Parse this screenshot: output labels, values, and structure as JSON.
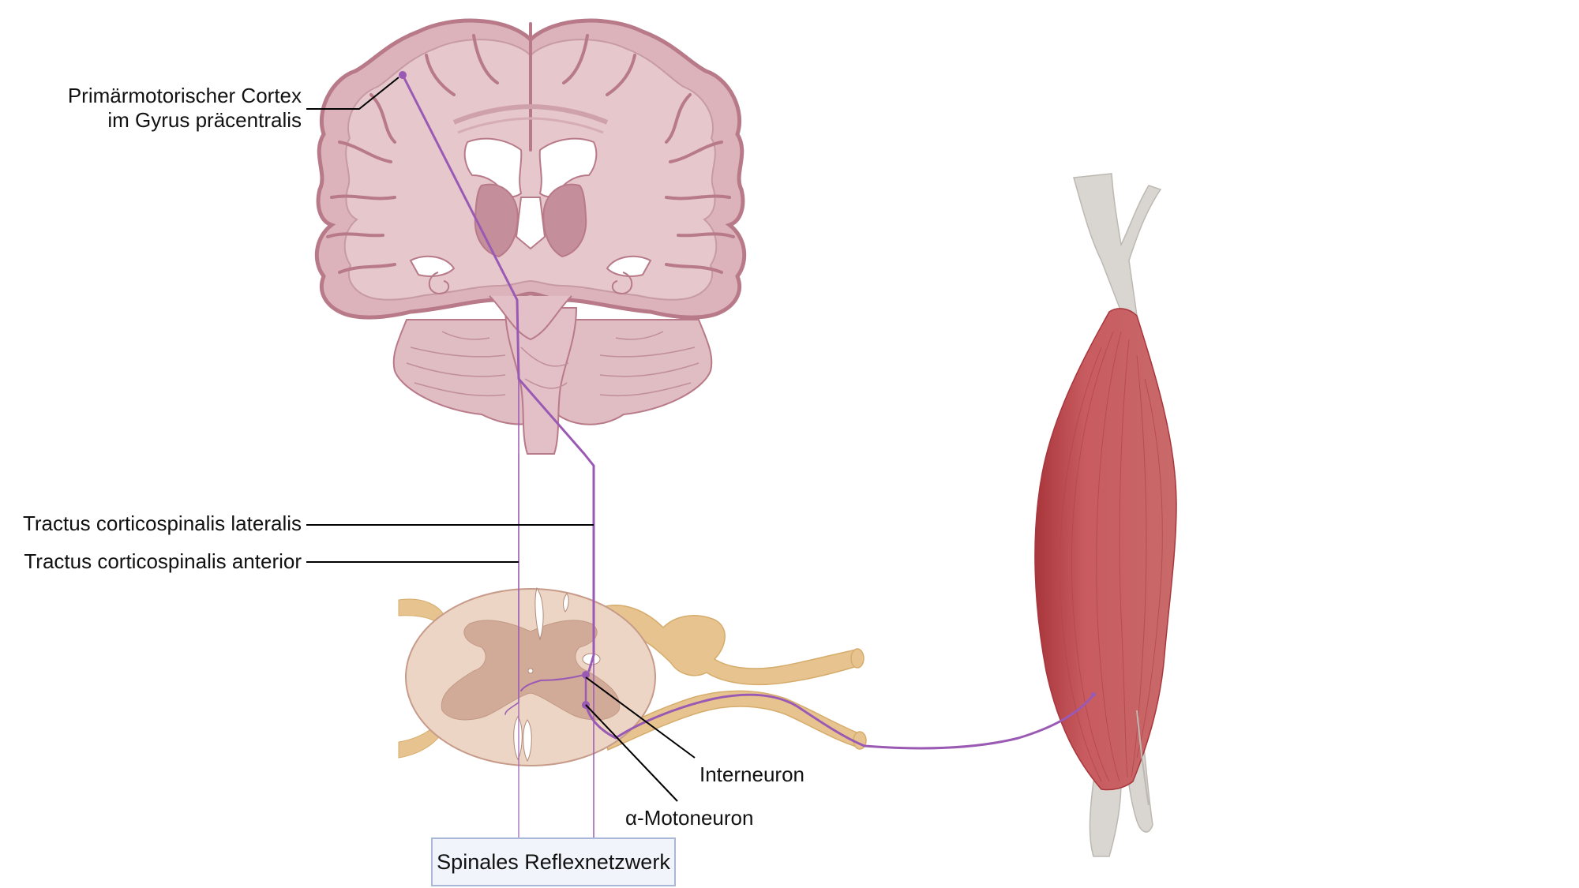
{
  "labels": {
    "cortex_line1": "Primärmotorischer Cortex",
    "cortex_line2": "im Gyrus präcentralis",
    "lateral_tract": "Tractus corticospinalis lateralis",
    "anterior_tract": "Tractus corticospinalis anterior",
    "interneuron": "Interneuron",
    "motoneuron": "α-Motoneuron",
    "reflex_box": "Spinales Reflexnetzwerk"
  },
  "colors": {
    "brain_fill": "#dcb3bb",
    "brain_outline": "#b87a88",
    "brain_deep": "#c48f9b",
    "spinal_white_matter": "#ecd5c4",
    "spinal_gray_matter": "#d2aa98",
    "nerve": "#e7c48f",
    "neuron_pathway": "#9a5ab4",
    "muscle": "#c8585c",
    "tendon": "#d9d5d0",
    "box_border": "#a9b8d6",
    "box_fill": "#f1f4fb"
  }
}
